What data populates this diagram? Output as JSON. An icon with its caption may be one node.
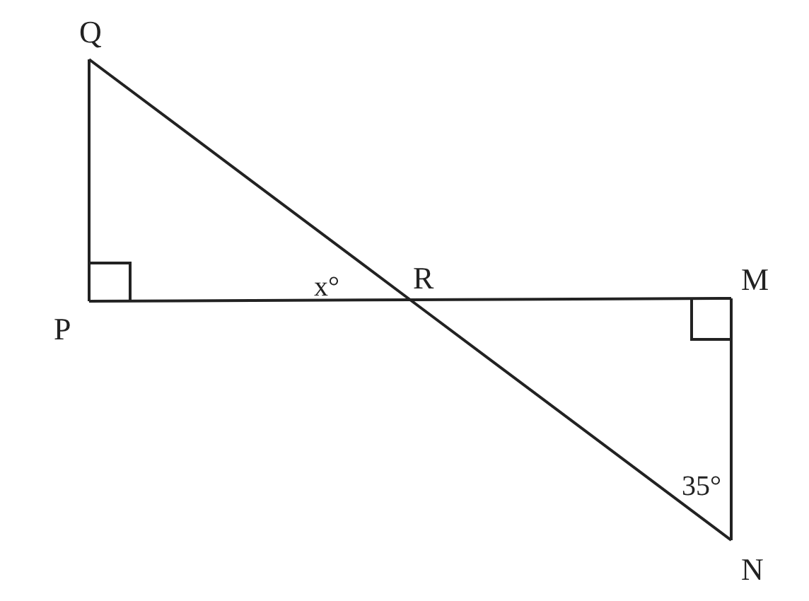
{
  "diagram": {
    "nodes": [
      {
        "text": [
          "Q"
        ]
      },
      {
        "text": [
          "P"
        ]
      },
      {
        "text": [
          "R"
        ]
      },
      {
        "text": [
          "M"
        ]
      },
      {
        "text": [
          "N"
        ]
      }
    ],
    "edges": [
      {
        "from": 0,
        "to": 1,
        "arrow": "none"
      },
      {
        "from": 1,
        "to": 2,
        "arrow": "none"
      },
      {
        "from": 2,
        "to": 3,
        "arrow": "none"
      },
      {
        "from": 0,
        "to": 2,
        "arrow": "none"
      },
      {
        "from": 2,
        "to": 4,
        "arrow": "none"
      },
      {
        "from": 3,
        "to": 4,
        "arrow": "none"
      }
    ],
    "labels": [
      "x°",
      "35°"
    ]
  }
}
